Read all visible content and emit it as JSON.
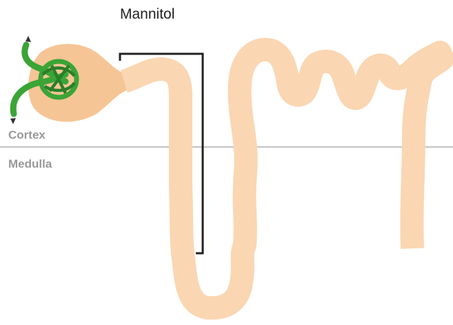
{
  "diagram": {
    "title": "Mannitol",
    "regions": {
      "cortex": "Cortex",
      "medulla": "Medulla"
    }
  },
  "colors": {
    "tubule": "#fad6b2",
    "capsule": "#f6c596",
    "capillary": "#3aa536",
    "capillary_dark": "#2a7f28",
    "boundary": "#c8c8c8",
    "bracket": "#222222",
    "label_gray": "#999999",
    "arrow": "#333333"
  },
  "icons": {
    "glomerulus": "glomerulus-icon",
    "afferent": "afferent-arrow-icon",
    "efferent": "efferent-arrow-icon"
  }
}
